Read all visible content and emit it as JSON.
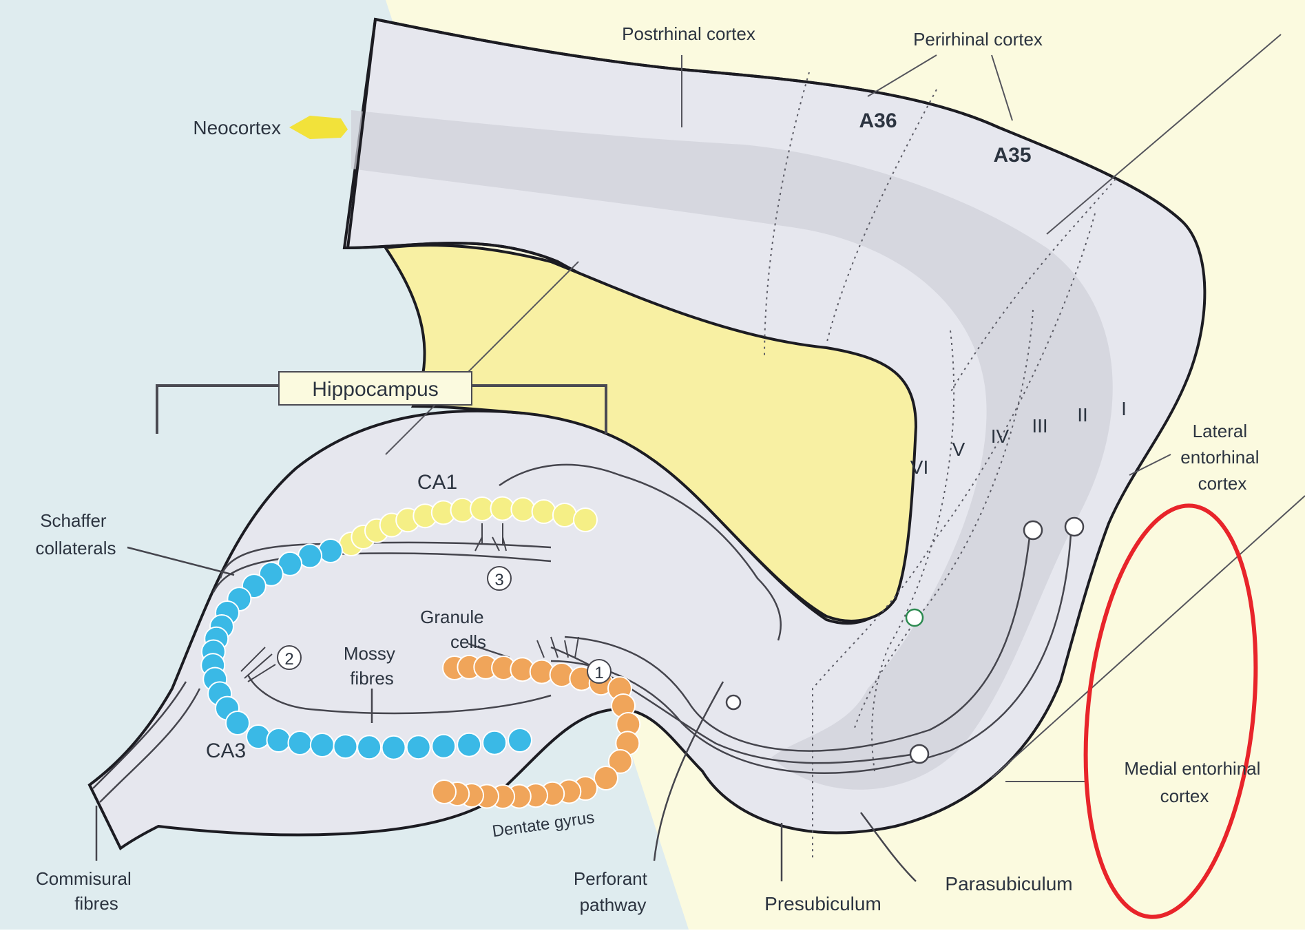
{
  "colors": {
    "background_left": "#dfecef",
    "background_right": "#fbfadf",
    "cortex_fill": "#e6e7ee",
    "cortex_band": "#cfd0d8",
    "yellow_region": "#f8f0a3",
    "outline": "#1c1c22",
    "ca1_cells": "#f5ef86",
    "ca3_cells": "#3ab9e6",
    "granule_cells": "#f0a55a",
    "annotation_red": "#e8242a",
    "arrow_yellow": "#f2e23a"
  },
  "labels": {
    "postrhinal": "Postrhinal cortex",
    "perirhinal": "Perirhinal cortex",
    "neocortex": "Neocortex",
    "a36": "A36",
    "a35": "A35",
    "hippocampus": "Hippocampus",
    "ca1": "CA1",
    "ca3": "CA3",
    "schaffer": [
      "Schaffer",
      "collaterals"
    ],
    "granule": [
      "Granule",
      "cells"
    ],
    "mossy": [
      "Mossy",
      "fibres"
    ],
    "dentate": "Dentate gyrus",
    "lateral_ec": [
      "Lateral",
      "entorhinal",
      "cortex"
    ],
    "medial_ec": [
      "Medial entorhinal",
      "cortex"
    ],
    "commissural": [
      "Commisural",
      "fibres"
    ],
    "perforant": [
      "Perforant",
      "pathway"
    ],
    "presubiculum": "Presubiculum",
    "parasubiculum": "Parasubiculum",
    "layers": [
      "VI",
      "V",
      "IV",
      "III",
      "II",
      "I"
    ],
    "synapses": [
      "1",
      "2",
      "3"
    ]
  }
}
